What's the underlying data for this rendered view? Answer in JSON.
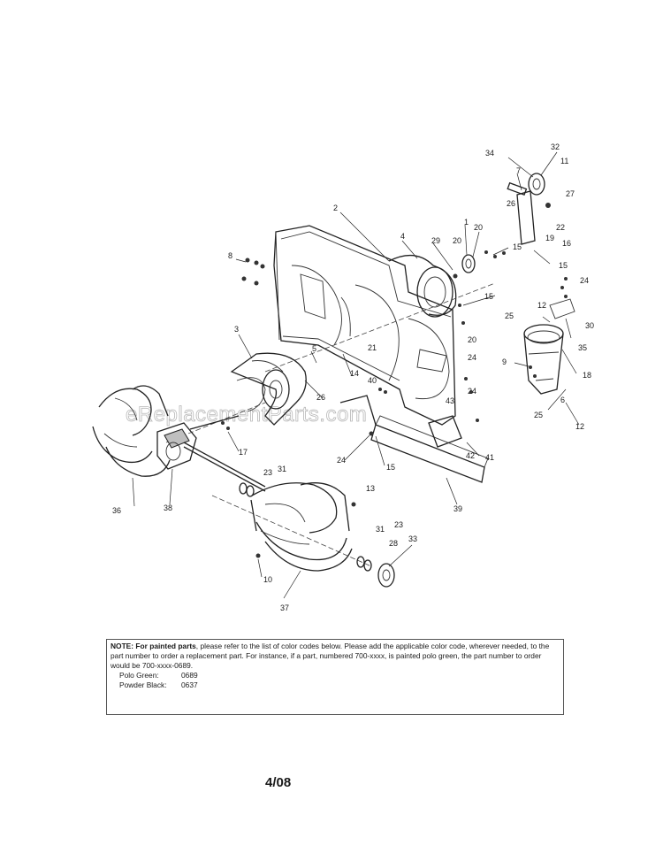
{
  "diagram": {
    "callouts": [
      "1",
      "2",
      "3",
      "4",
      "5",
      "6",
      "7",
      "8",
      "9",
      "10",
      "11",
      "12",
      "12",
      "13",
      "14",
      "15",
      "15",
      "15",
      "15",
      "16",
      "17",
      "18",
      "19",
      "20",
      "20",
      "20",
      "21",
      "22",
      "23",
      "23",
      "24",
      "24",
      "24",
      "24",
      "25",
      "25",
      "26",
      "26",
      "27",
      "28",
      "29",
      "30",
      "31",
      "31",
      "32",
      "33",
      "34",
      "35",
      "36",
      "37",
      "38",
      "39",
      "40",
      "41",
      "42",
      "43"
    ],
    "watermark": "eReplacementParts.com"
  },
  "note": {
    "label": "NOTE:",
    "bold_phrase": "For painted parts",
    "text_part1": ", please refer to the list of color codes below. Please add the applicable color code, wherever needed, to the part number to order a replacement part. For instance, if a part, numbered 700-xxxx, is painted polo green, the part number to order would be 700-xxxx-0689.",
    "colors": [
      {
        "name": "Polo Green:",
        "code": "0689"
      },
      {
        "name": "Powder Black:",
        "code": "0637"
      }
    ]
  },
  "page": {
    "date": "4/08"
  }
}
